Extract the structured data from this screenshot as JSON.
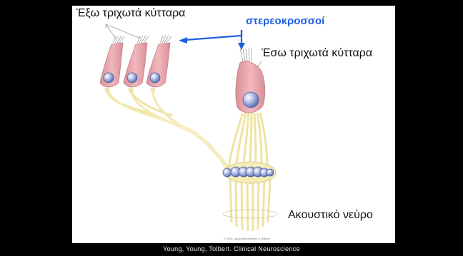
{
  "labels": {
    "outer_hair_cells": "Έξω τριχωτά κύτταρα",
    "stereocilia": "στερεοκροσσοί",
    "inner_hair_cells": "Έσω τριχωτά κύτταρα",
    "auditory_nerve": "Ακουστικό νεύρο"
  },
  "copyright": "© 2001 Lippincott Williams & Wilkins",
  "caption": "Young, Young, Tolbert. Clinical Neuroscience",
  "colors": {
    "background": "#000000",
    "panel": "#ffffff",
    "hair_cell": "#e8a8ae",
    "nerve_fiber": "#f3eab0",
    "nucleus": "#8c9ed0",
    "arrow": "#1d5fe0"
  }
}
